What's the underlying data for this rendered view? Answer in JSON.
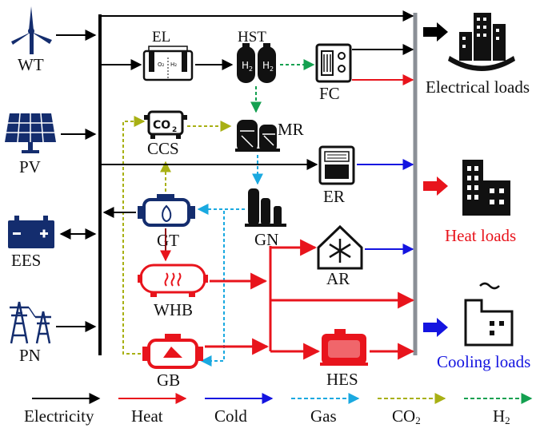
{
  "sources": {
    "wt": "WT",
    "pv": "PV",
    "ees": "EES",
    "pn": "PN"
  },
  "devices": {
    "el": "EL",
    "hst": "HST",
    "fc": "FC",
    "ccs": "CCS",
    "mr": "MR",
    "er": "ER",
    "gt": "GT",
    "gn": "GN",
    "ar": "AR",
    "whb": "WHB",
    "gb": "GB",
    "hes": "HES"
  },
  "icon_text": {
    "co2": "CO",
    "co2_sub": "2",
    "h2": "H",
    "h2_sub": "2"
  },
  "loads": {
    "electrical": "Electrical loads",
    "heat": "Heat loads",
    "cooling": "Cooling loads"
  },
  "legend": [
    {
      "label": "Electricity",
      "color": "#000000",
      "style": "solid"
    },
    {
      "label": "Heat",
      "color": "#e8141c",
      "style": "solid"
    },
    {
      "label": "Cold",
      "color": "#1414e0",
      "style": "solid"
    },
    {
      "label": "Gas",
      "color": "#1aa9e0",
      "style": "dashed"
    },
    {
      "label": "CO",
      "sub": "2",
      "color": "#a8b014",
      "style": "dashed"
    },
    {
      "label": "H",
      "sub": "2",
      "color": "#14a050",
      "style": "dashed"
    }
  ],
  "colors": {
    "electricity": "#000000",
    "heat": "#e8141c",
    "cold": "#1414e0",
    "gas": "#1aa9e0",
    "co2": "#a8b014",
    "h2": "#14a050",
    "icon_navy": "#142d6e",
    "load_bus": "#8a8f96",
    "heat_label": "#e8141c",
    "cooling_label": "#1414e0"
  }
}
